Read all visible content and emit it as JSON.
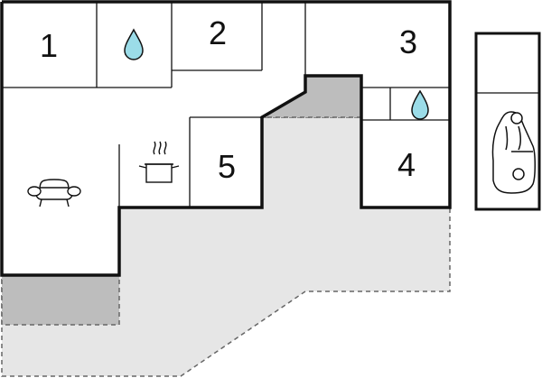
{
  "floorplan": {
    "rooms": [
      {
        "id": "room-1",
        "label": "1"
      },
      {
        "id": "room-2",
        "label": "2"
      },
      {
        "id": "room-3",
        "label": "3"
      },
      {
        "id": "room-4",
        "label": "4"
      },
      {
        "id": "room-5",
        "label": "5"
      }
    ],
    "icons": [
      {
        "id": "bathroom-top",
        "icon": "water-drop-icon"
      },
      {
        "id": "bathroom-right",
        "icon": "water-drop-icon"
      },
      {
        "id": "living",
        "icon": "sofa-icon"
      },
      {
        "id": "kitchen",
        "icon": "cooking-pot-icon"
      },
      {
        "id": "garage",
        "icon": "car-icon"
      }
    ],
    "colors": {
      "wall": "#111111",
      "terrace": "#e6e6e6",
      "covered_terrace": "#bdbdbd",
      "water": "#9bdce8",
      "outline": "#666666"
    }
  }
}
